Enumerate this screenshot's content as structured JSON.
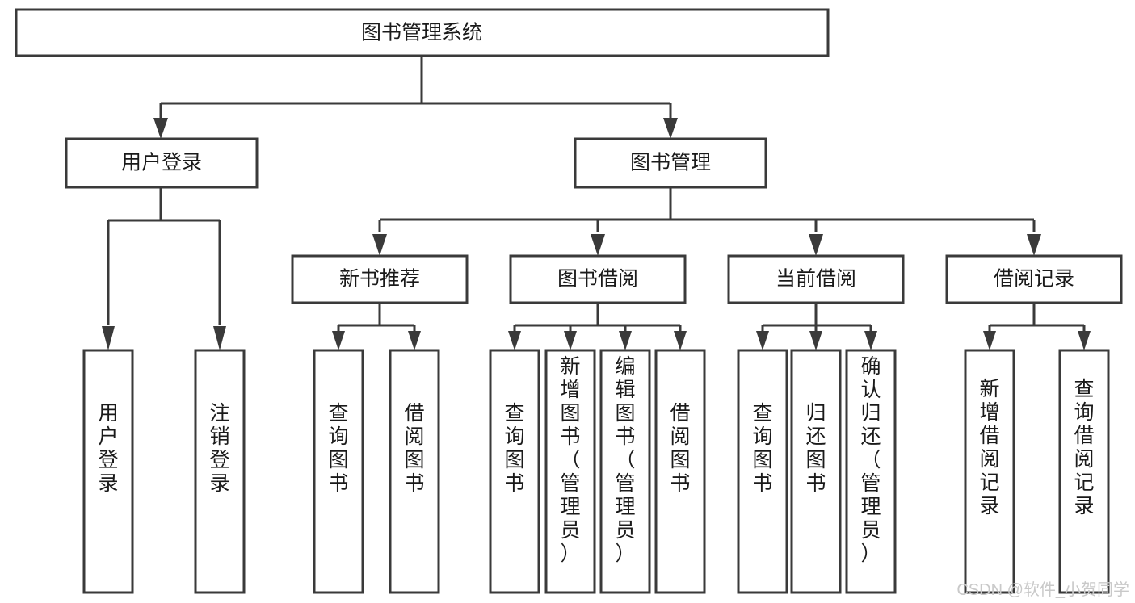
{
  "diagram": {
    "type": "tree-hierarchy",
    "title": "图书管理系统",
    "root": {
      "id": "root",
      "label": "图书管理系统"
    },
    "level2": [
      {
        "id": "user-login",
        "label": "用户登录"
      },
      {
        "id": "book-manage",
        "label": "图书管理"
      }
    ],
    "level3": [
      {
        "id": "new-book-rec",
        "label": "新书推荐",
        "parent": "book-manage"
      },
      {
        "id": "book-borrow",
        "label": "图书借阅",
        "parent": "book-manage"
      },
      {
        "id": "current-borrow",
        "label": "当前借阅",
        "parent": "book-manage"
      },
      {
        "id": "borrow-record",
        "label": "借阅记录",
        "parent": "book-manage"
      }
    ],
    "leaves": [
      {
        "id": "leaf-user-login",
        "label": "用户登录",
        "parent": "user-login"
      },
      {
        "id": "leaf-logout-login",
        "label": "注销登录",
        "parent": "user-login"
      },
      {
        "id": "leaf-query-book-1",
        "label": "查询图书",
        "parent": "new-book-rec"
      },
      {
        "id": "leaf-borrow-book-1",
        "label": "借阅图书",
        "parent": "new-book-rec"
      },
      {
        "id": "leaf-query-book-2",
        "label": "查询图书",
        "parent": "book-borrow"
      },
      {
        "id": "leaf-add-book",
        "label": "新增图书（管理员）",
        "parent": "book-borrow"
      },
      {
        "id": "leaf-edit-book",
        "label": "编辑图书（管理员）",
        "parent": "book-borrow"
      },
      {
        "id": "leaf-borrow-book-2",
        "label": "借阅图书",
        "parent": "book-borrow"
      },
      {
        "id": "leaf-query-book-3",
        "label": "查询图书",
        "parent": "current-borrow"
      },
      {
        "id": "leaf-return-book",
        "label": "归还图书",
        "parent": "current-borrow"
      },
      {
        "id": "leaf-confirm-return",
        "label": "确认归还（管理员）",
        "parent": "current-borrow"
      },
      {
        "id": "leaf-add-record",
        "label": "新增借阅记录",
        "parent": "borrow-record"
      },
      {
        "id": "leaf-query-record",
        "label": "查询借阅记录",
        "parent": "borrow-record"
      }
    ],
    "watermark": "CSDN @软件_小贺同学",
    "colors": {
      "stroke": "#3a3a3a",
      "fill": "#ffffff",
      "text": "#1a1a1a",
      "watermark": "#c9c9c9",
      "background": "#ffffff"
    }
  }
}
